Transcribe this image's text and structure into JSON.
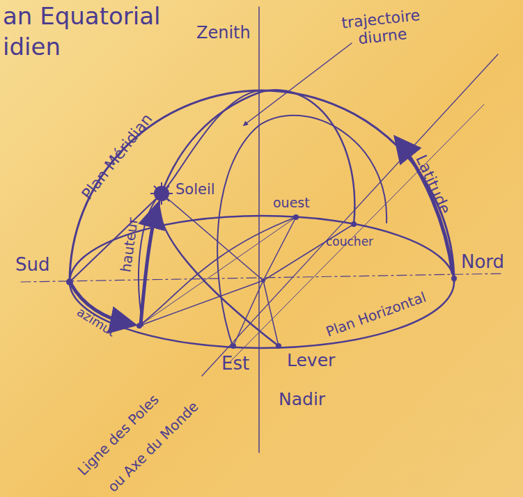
{
  "diagram": {
    "labels": [
      "an Equatorial",
      "idien",
      "Zenith",
      "trajectoire diurne",
      "Plan Méridian",
      "Soleil",
      "ouest",
      "Latitude",
      "Sud",
      "Nord",
      "hauteur",
      "azimut",
      "coucher",
      "Plan Horizontal",
      "Est",
      "Lever",
      "Nadir",
      "Ligne des Poles",
      "ou Axe du Monde"
    ]
  }
}
